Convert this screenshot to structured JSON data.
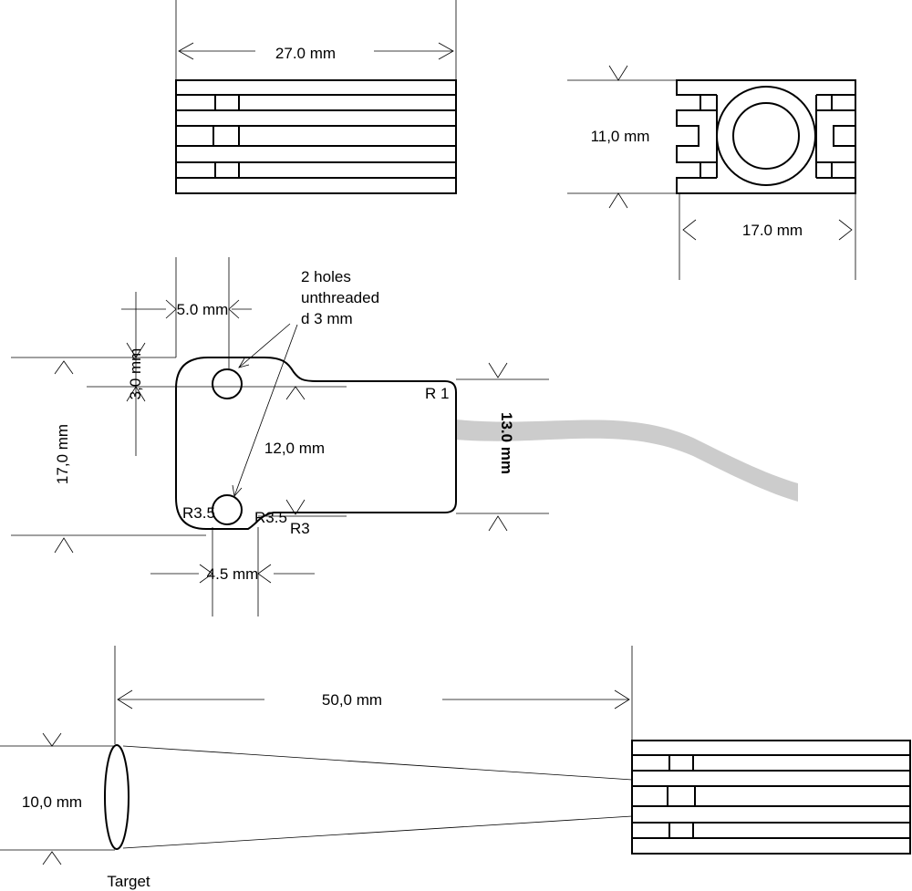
{
  "drawing": {
    "top_view": {
      "width_label": "27.0 mm"
    },
    "end_view": {
      "height_label": "11,0 mm",
      "width_label": "17.0 mm"
    },
    "plan_view": {
      "note_line1": "2 holes",
      "note_line2": "unthreaded",
      "note_line3": "d 3 mm",
      "hole_offset_x_label": "5.0 mm",
      "hole_offset_y_label": "3,0 mm",
      "total_height_label": "17,0 mm",
      "hole_spacing_label": "12,0 mm",
      "body_height_label": "13.0 mm",
      "bottom_offset_label": "4.5 mm",
      "corner_radius_label": "R 1",
      "radius_a_label": "R3.5",
      "radius_b_label": "R3.5",
      "radius_c_label": "R3"
    },
    "beam_view": {
      "distance_label": "50,0 mm",
      "spot_label": "10,0 mm",
      "target_label": "Target"
    },
    "colors": {
      "line": "#000000",
      "cable": "#cccccc",
      "background": "#ffffff"
    }
  }
}
